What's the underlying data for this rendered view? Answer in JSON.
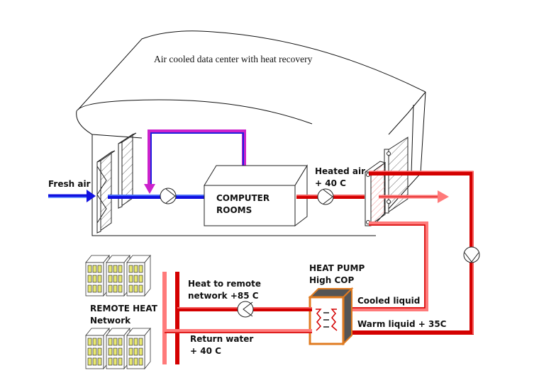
{
  "diagram": {
    "title": "Air cooled data center with heat recovery",
    "labels": {
      "fresh_air": "Fresh air",
      "computer_rooms_line1": "COMPUTER",
      "computer_rooms_line2": "ROOMS",
      "heated_air_line1": "Heated air",
      "heated_air_line2": "+ 40 C",
      "remote_heat_line1": "REMOTE HEAT",
      "remote_heat_line2": "Network",
      "heat_to_remote_line1": "Heat to remote",
      "heat_to_remote_line2": "network +85 C",
      "return_water_line1": "Return water",
      "return_water_line2": "+ 40 C",
      "heat_pump_line1": "HEAT PUMP",
      "heat_pump_line2": "High COP",
      "cooled_liquid": "Cooled liquid",
      "warm_liquid": "Warm liquid + 35C"
    },
    "colors": {
      "cold_air": "#1010e0",
      "cold_air_light": "#5a8cff",
      "recirculation": "#cc22cc",
      "hot": "#d40000",
      "hot_light": "#ff7a7a",
      "heat_pump_frame": "#e07b20",
      "heat_pump_side": "#555555",
      "window_yellow": "#e8e870"
    }
  }
}
